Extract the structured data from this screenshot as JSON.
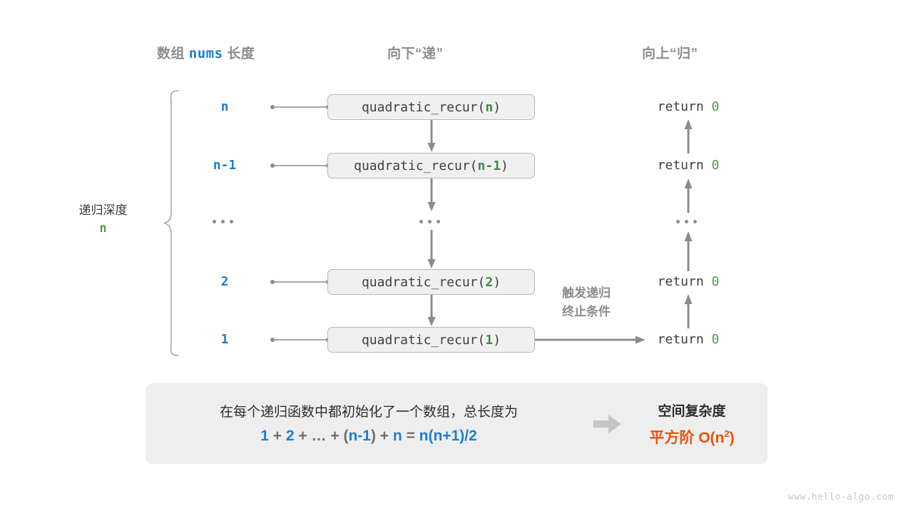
{
  "headers": {
    "left": {
      "prefix": "数组",
      "code": "nums",
      "suffix": "长度"
    },
    "middle": "向下“递”",
    "right": "向上“归”"
  },
  "depth_brace": {
    "label": "递归深度",
    "value": "n"
  },
  "rows": [
    {
      "depth": "n",
      "call_prefix": "quadratic_recur(",
      "call_arg": "n",
      "call_suffix": ")",
      "ret_prefix": "return ",
      "ret_value": "0",
      "type": "normal"
    },
    {
      "depth": "n-1",
      "call_prefix": "quadratic_recur(",
      "call_arg": "n-1",
      "call_suffix": ")",
      "ret_prefix": "return ",
      "ret_value": "0",
      "type": "normal"
    },
    {
      "depth": "...",
      "call_prefix": "...",
      "call_arg": "",
      "call_suffix": "",
      "ret_prefix": "...",
      "ret_value": "",
      "type": "ellipsis"
    },
    {
      "depth": "2",
      "call_prefix": "quadratic_recur(",
      "call_arg": "2",
      "call_suffix": ")",
      "ret_prefix": "return ",
      "ret_value": "0",
      "type": "normal"
    },
    {
      "depth": "1",
      "call_prefix": "quadratic_recur(",
      "call_arg": "1",
      "call_suffix": ")",
      "ret_prefix": "return ",
      "ret_value": "0",
      "type": "base"
    }
  ],
  "trigger_note": {
    "line1": "触发递归",
    "line2": "终止条件"
  },
  "summary": {
    "text": "在每个递归函数中都初始化了一个数组，总长度为",
    "formula": {
      "t1": "1",
      "op1": "+",
      "t2": "2",
      "op2": "+",
      "t3": "…",
      "op3": "+",
      "lparen": "(",
      "t4": "n-1",
      "rparen": ")",
      "op4": "+",
      "t5": "n",
      "eq": "=",
      "t6": "n(n+1)/2"
    },
    "arrow_icon": "right-arrow-icon",
    "result_title": "空间复杂度",
    "result_value_cn": "平方阶",
    "result_value_big_o": "O(n",
    "result_value_exp": "2",
    "result_value_tail": ")"
  },
  "watermark": "www.hello-algo.com",
  "colors": {
    "blue": "#1a7fd4",
    "green": "#4e9a53",
    "orange": "#e8540c",
    "gray": "#8c8c8c",
    "box_fill": "#f0f0f0",
    "panel_fill": "#eeeeee"
  }
}
